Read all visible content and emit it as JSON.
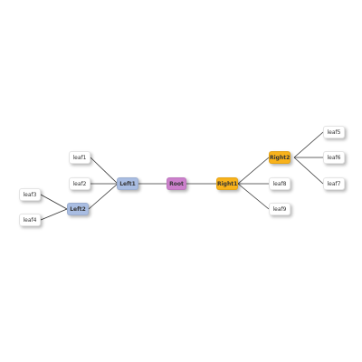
{
  "colors": {
    "root": "#cc80cc",
    "left_branch": "#a9bde2",
    "right_branch": "#f8b21b",
    "leaf": "#ffffff",
    "edge": "#333333"
  },
  "nodes": {
    "root": "Root",
    "left1": "Left1",
    "left2": "Left2",
    "right1": "Right1",
    "right2": "Right2",
    "leaf1": "leaf1",
    "leaf2": "leaf2",
    "leaf3": "leaf3",
    "leaf4": "leaf4",
    "leaf5": "leaf5",
    "leaf6": "leaf6",
    "leaf7": "leaf7",
    "leaf8": "leaf8",
    "leaf9": "leaf9"
  }
}
